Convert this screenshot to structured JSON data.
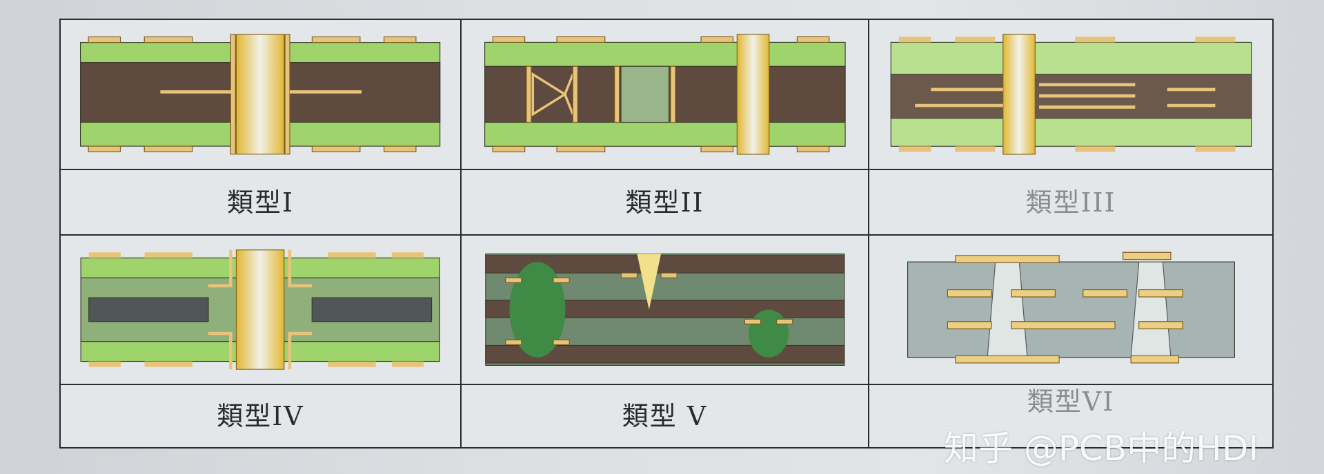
{
  "labels": {
    "type1": "類型I",
    "type2": "類型II",
    "type3": "類型III",
    "type4": "類型IV",
    "type5": "類型 V",
    "type6": "類型VI"
  },
  "watermark": "知乎 @PCB中的HDI",
  "colors": {
    "dielectric_green": "#9fd46c",
    "core_brown": "#5e4a3f",
    "copper": "#e8c47a",
    "via_fill": "#f3e08a",
    "resin_green": "#3f8a45",
    "type6_substrate": "#a6b5b3"
  }
}
